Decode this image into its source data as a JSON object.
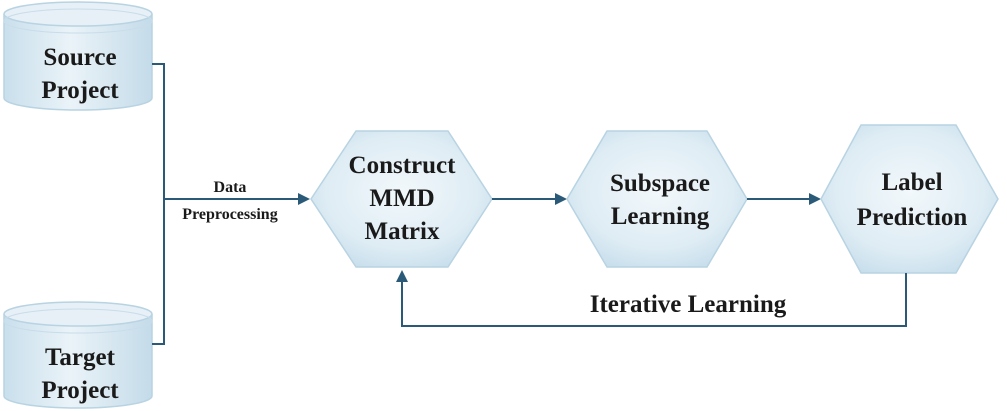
{
  "diagram": {
    "source_project": {
      "line1": "Source",
      "line2": "Project"
    },
    "target_project": {
      "line1": "Target",
      "line2": "Project"
    },
    "data_preprocessing": {
      "line1": "Data",
      "line2": "Preprocessing"
    },
    "construct_mmd": {
      "line1": "Construct",
      "line2": "MMD",
      "line3": "Matrix"
    },
    "subspace_learning": {
      "line1": "Subspace",
      "line2": "Learning"
    },
    "label_prediction": {
      "line1": "Label",
      "line2": "Prediction"
    },
    "iterative_learning": "Iterative Learning",
    "colors": {
      "node_fill_light": "#eef5f9",
      "node_fill_dark": "#cfe3ee",
      "node_stroke": "#b8d3e2",
      "connector": "#2a5a78",
      "text": "#1a1a1a"
    }
  }
}
